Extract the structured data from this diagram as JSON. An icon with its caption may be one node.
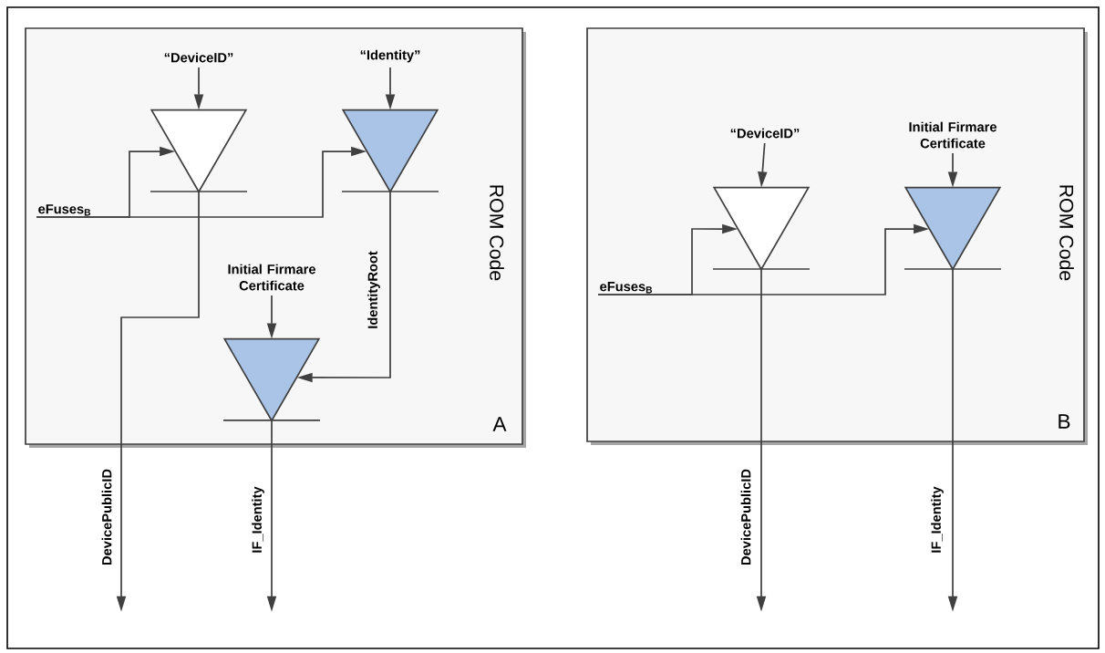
{
  "diagram": {
    "nodes": [
      {
        "text": [
          "ROM Code",
          "A"
        ]
      },
      {
        "text": [
          "“DeviceID”"
        ],
        "in": 0
      },
      {
        "text": [],
        "shape": "triangle",
        "in": 0
      },
      {
        "text": [
          "“Identity”"
        ],
        "in": 0
      },
      {
        "text": [],
        "shape": "triangle",
        "in": 0
      },
      {
        "text": [
          "eFuses$_{B}$"
        ],
        "in": 0
      },
      {
        "text": [
          "Initial Firmare Certificate"
        ],
        "in": 0
      },
      {
        "text": [],
        "shape": "triangle",
        "in": 0
      },
      {
        "text": [
          "ROM Code",
          "B"
        ]
      },
      {
        "text": [
          "“DeviceID”"
        ],
        "in": 8
      },
      {
        "text": [],
        "shape": "triangle",
        "in": 8
      },
      {
        "text": [
          "Initial Firmare Certificate"
        ],
        "in": 8
      },
      {
        "text": [],
        "shape": "triangle",
        "in": 8
      },
      {
        "text": [
          "eFuses$_{B}$"
        ],
        "in": 8
      }
    ],
    "edges": [
      {
        "from": 1,
        "to": 2,
        "arrow": "to"
      },
      {
        "from": 3,
        "to": 4,
        "arrow": "to"
      },
      {
        "from": 5,
        "to": 2,
        "arrow": "to"
      },
      {
        "from": 5,
        "to": 4,
        "arrow": "to"
      },
      {
        "from": 2,
        "to": null,
        "arrow": "to",
        "label": "DevicePublicID"
      },
      {
        "from": 4,
        "to": 7,
        "arrow": "to",
        "label": "IdentityRoot"
      },
      {
        "from": 6,
        "to": 7,
        "arrow": "to"
      },
      {
        "from": 7,
        "to": null,
        "arrow": "to",
        "label": "IF_Identity"
      },
      {
        "from": 9,
        "to": 10,
        "arrow": "to"
      },
      {
        "from": 11,
        "to": 12,
        "arrow": "to"
      },
      {
        "from": 13,
        "to": 10,
        "arrow": "to"
      },
      {
        "from": 13,
        "to": 12,
        "arrow": "to"
      },
      {
        "from": 10,
        "to": null,
        "arrow": "to",
        "label": "DevicePublicID"
      },
      {
        "from": 12,
        "to": null,
        "arrow": "to",
        "label": "IF_Identity"
      }
    ]
  }
}
